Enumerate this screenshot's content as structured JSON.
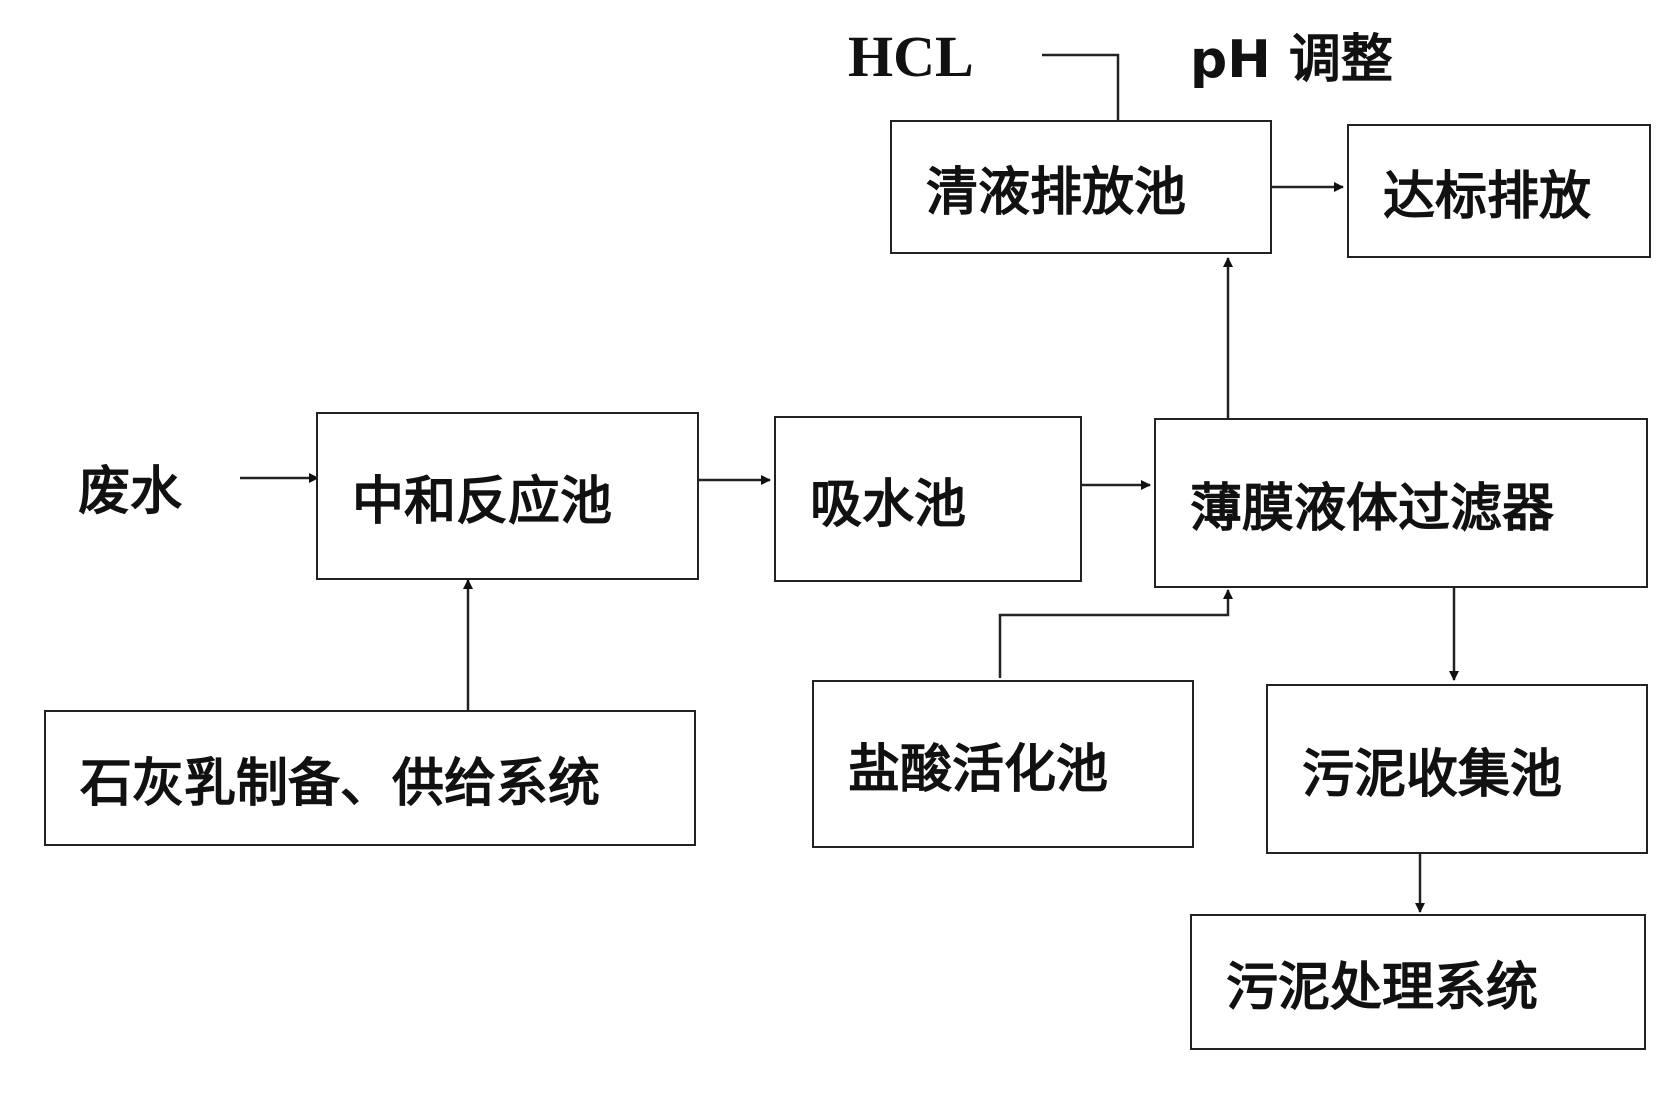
{
  "title": "",
  "inputs": {
    "wastewater": "废水",
    "hcl": "HCL",
    "ph_adjust": "pH 调整"
  },
  "boxes": {
    "neutralization": "中和反应池",
    "absorption": "吸水池",
    "membrane_filter": "薄膜液体过滤器",
    "clear_liquid": "清液排放池",
    "discharge": "达标排放",
    "lime_system": "石灰乳制备、供给系统",
    "hcl_activation": "盐酸活化池",
    "sludge_collection": "污泥收集池",
    "sludge_treatment": "污泥处理系统"
  },
  "edges": [
    {
      "from": "废水",
      "to": "中和反应池"
    },
    {
      "from": "石灰乳制备、供给系统",
      "to": "中和反应池"
    },
    {
      "from": "中和反应池",
      "to": "吸水池"
    },
    {
      "from": "吸水池",
      "to": "薄膜液体过滤器"
    },
    {
      "from": "盐酸活化池",
      "to": "薄膜液体过滤器"
    },
    {
      "from": "薄膜液体过滤器",
      "to": "清液排放池"
    },
    {
      "from": "HCL",
      "to": "清液排放池"
    },
    {
      "from": "清液排放池",
      "to": "达标排放"
    },
    {
      "from": "薄膜液体过滤器",
      "to": "污泥收集池"
    },
    {
      "from": "污泥收集池",
      "to": "污泥处理系统"
    }
  ],
  "colors": {
    "line": "#222222",
    "text": "#111111",
    "background": "#ffffff"
  }
}
